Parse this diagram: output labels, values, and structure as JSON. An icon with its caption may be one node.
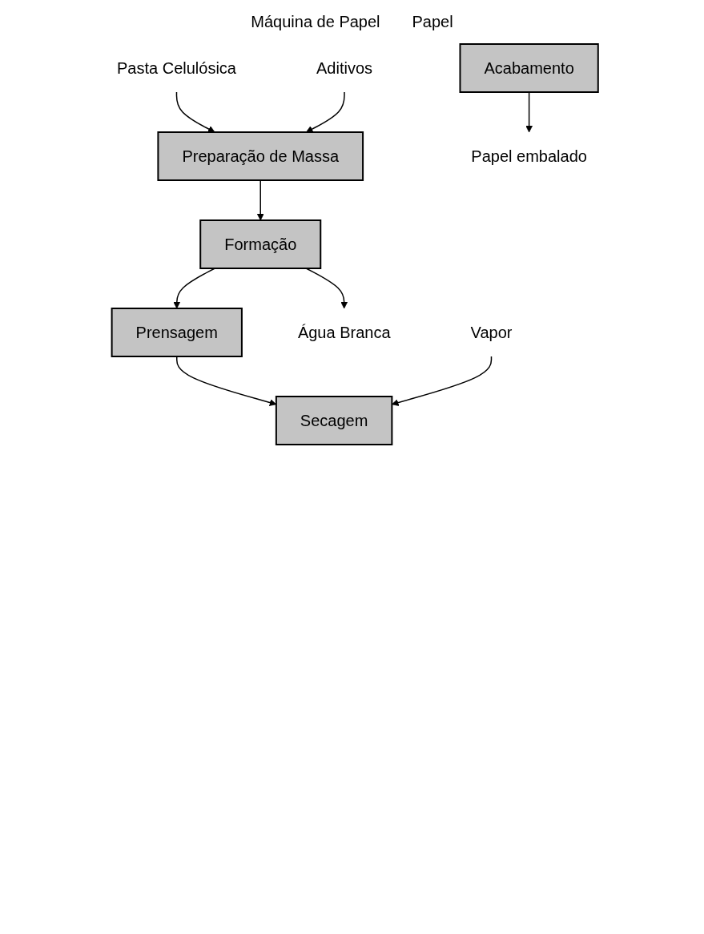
{
  "diagram": {
    "nodes": [
      {
        "text": [
          "Pasta Celulósica"
        ]
      },
      {
        "text": [
          "Aditivos"
        ]
      },
      {
        "text": [
          "Preparação de Massa"
        ]
      },
      {
        "text": [
          "Formação"
        ]
      },
      {
        "text": [
          "Prensagem"
        ]
      },
      {
        "text": [
          "Secagem"
        ]
      },
      {
        "text": [
          "Acabamento"
        ]
      },
      {
        "text": [
          "Papel embalado"
        ]
      },
      {
        "text": [
          "Água Branca"
        ]
      },
      {
        "text": [
          "Vapor"
        ]
      }
    ],
    "edges": [
      {
        "from": 0,
        "to": 2,
        "arrow": "to"
      },
      {
        "from": 1,
        "to": 2,
        "arrow": "to"
      },
      {
        "from": 2,
        "to": 3,
        "arrow": "to"
      },
      {
        "from": 3,
        "to": 4,
        "arrow": "to"
      },
      {
        "from": 3,
        "to": 8,
        "arrow": "to"
      },
      {
        "from": 4,
        "to": 5,
        "arrow": "to"
      },
      {
        "from": 9,
        "to": 5,
        "arrow": "to"
      },
      {
        "from": 6,
        "to": 7,
        "arrow": "to"
      }
    ],
    "labels": [
      "Máquina de Papel",
      "Papel"
    ]
  }
}
